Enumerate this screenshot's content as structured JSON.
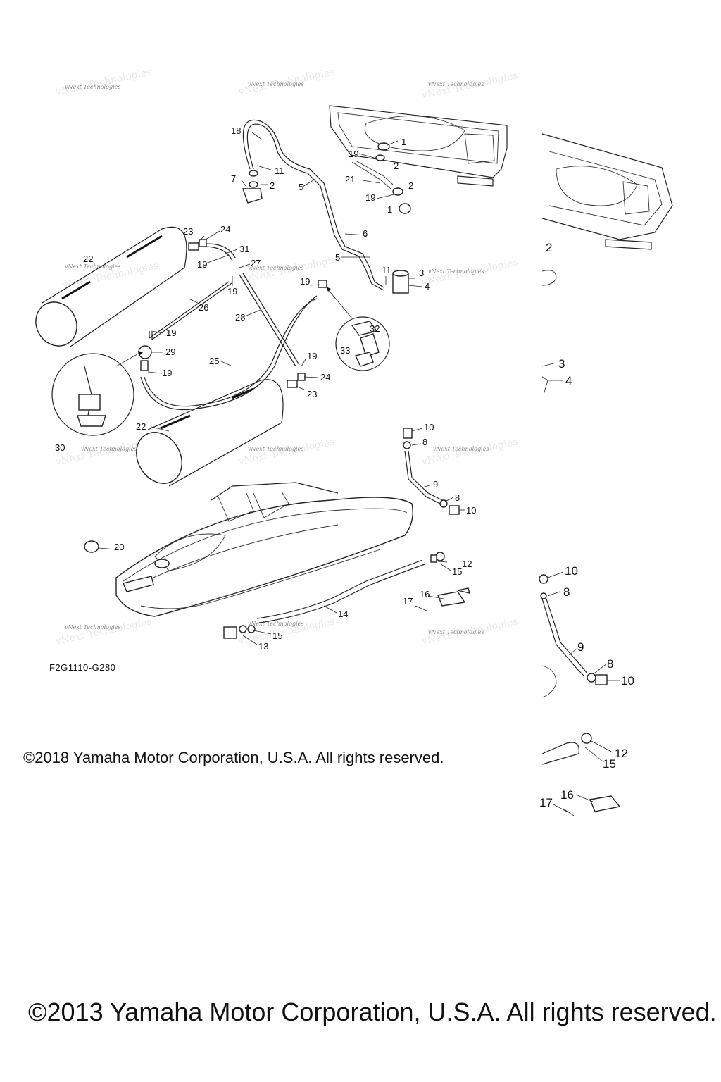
{
  "diagram": {
    "figure_code": "F2G1110-G280",
    "watermark_text": "vNext Technologies",
    "copyright_2018": "©2018 Yamaha Motor Corporation, U.S.A. All rights reserved.",
    "copyright_2013": "©2013 Yamaha Motor Corporation, U.S.A. All rights reserved.",
    "callouts": [
      "1",
      "2",
      "3",
      "4",
      "5",
      "6",
      "7",
      "8",
      "9",
      "10",
      "11",
      "12",
      "13",
      "14",
      "15",
      "16",
      "17",
      "18",
      "19",
      "20",
      "21",
      "22",
      "23",
      "24",
      "25",
      "26",
      "27",
      "28",
      "29",
      "30",
      "31",
      "32",
      "33"
    ],
    "detail_callouts": [
      "2",
      "3",
      "4",
      "10",
      "8",
      "9",
      "8",
      "10",
      "12",
      "15",
      "16",
      "17"
    ]
  }
}
